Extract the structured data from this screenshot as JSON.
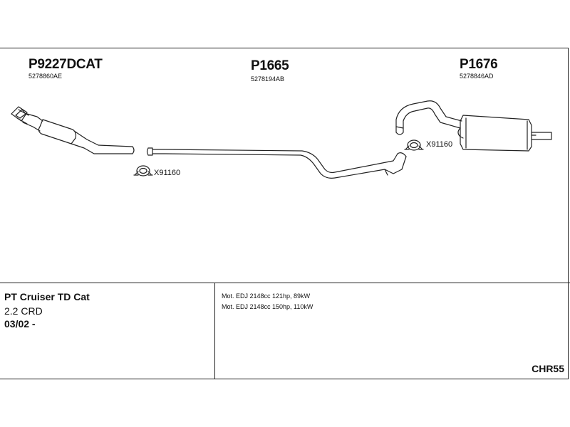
{
  "parts": [
    {
      "part_number": "P9227DCAT",
      "oe_number": "5278860AE"
    },
    {
      "part_number": "P1665",
      "oe_number": "5278194AB"
    },
    {
      "part_number": "P1676",
      "oe_number": "5278846AD"
    }
  ],
  "clamps": [
    {
      "label": "X91160"
    },
    {
      "label": "X91160"
    }
  ],
  "vehicle": {
    "model": "PT Cruiser TD Cat",
    "engine_size": "2.2 CRD",
    "date_from": "03/02 -"
  },
  "engines": [
    "Mot. EDJ 2148cc 121hp, 89kW",
    "Mot. EDJ 2148cc 150hp, 110kW"
  ],
  "diagram_code": "CHR55"
}
